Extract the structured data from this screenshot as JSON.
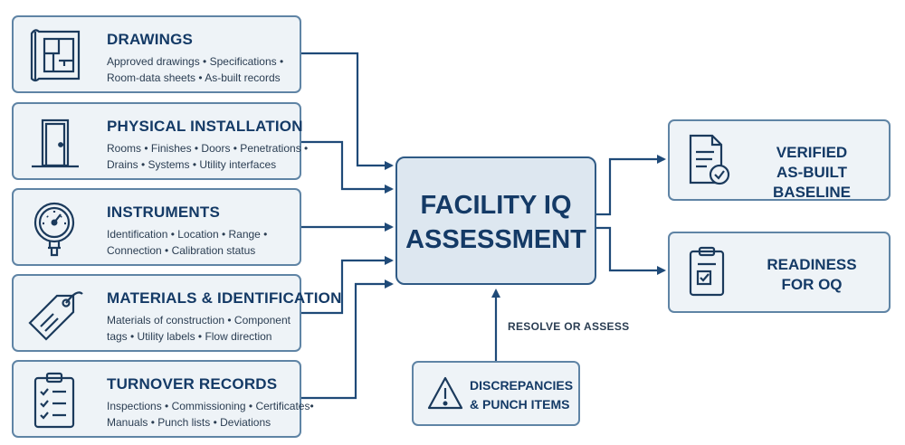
{
  "inputs": [
    {
      "title": "DRAWINGS",
      "line1": "Approved drawings • Specifications •",
      "line2": "Room-data sheets • As-built records",
      "icon": "blueprint-icon"
    },
    {
      "title": "PHYSICAL INSTALLATION",
      "line1": "Rooms • Finishes • Doors • Penetrations •",
      "line2": "Drains • Systems • Utility interfaces",
      "icon": "door-icon"
    },
    {
      "title": "INSTRUMENTS",
      "line1": "Identification • Location • Range •",
      "line2": "Connection • Calibration status",
      "icon": "pressure-gauge-icon"
    },
    {
      "title": "MATERIALS & IDENTIFICATION",
      "line1": "Materials of construction • Component",
      "line2": "tags • Utility labels • Flow direction",
      "icon": "tag-icon"
    },
    {
      "title": "TURNOVER RECORDS",
      "line1": "Inspections • Commissioning • Certificates•",
      "line2": "Manuals • Punch lists • Deviations",
      "icon": "checklist-clipboard-icon"
    }
  ],
  "center": {
    "line1": "FACILITY IQ",
    "line2": "ASSESSMENT"
  },
  "outputs": [
    {
      "line1": "VERIFIED",
      "line2": "AS-BUILT BASELINE",
      "icon": "verified-document-icon"
    },
    {
      "line1": "READINESS",
      "line2": "FOR OQ",
      "icon": "clipboard-check-icon"
    }
  ],
  "discrepancies": {
    "line1": "DISCREPANCIES",
    "line2": "& PUNCH ITEMS",
    "icon": "warning-triangle-icon"
  },
  "resolve_label": "RESOLVE OR ASSESS",
  "colors": {
    "box_fill": "#eef3f7",
    "box_border": "#5f84a5",
    "center_fill": "#dde7f0",
    "text": "#143a66",
    "arrow": "#1f4a78"
  }
}
